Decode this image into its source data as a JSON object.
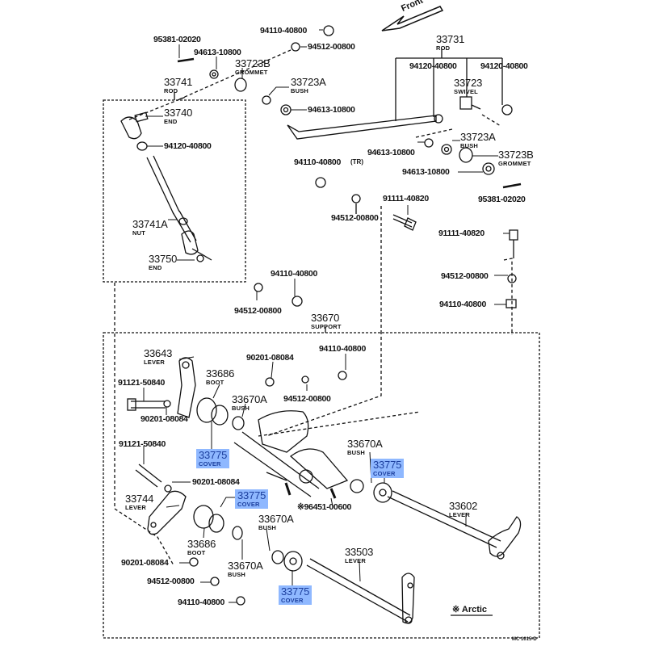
{
  "diagram": {
    "type": "exploded parts diagram",
    "orientation_label": "Front",
    "footnote_mark": "※",
    "footnote_label": "Arctic",
    "figure_code": "MC 1015-D",
    "highlight_color": "#8fb8ff",
    "highlight_text_color": "#1c3f9e"
  },
  "parts": [
    {
      "id": "p1",
      "number": "95381-02020",
      "name": ""
    },
    {
      "id": "p2",
      "number": "94613-10800",
      "name": ""
    },
    {
      "id": "p3",
      "number": "94110-40800",
      "name": ""
    },
    {
      "id": "p4",
      "number": "94512-00800",
      "name": ""
    },
    {
      "id": "p5",
      "number": "33723B",
      "name": "GROMMET"
    },
    {
      "id": "p6",
      "number": "33741",
      "name": "ROD"
    },
    {
      "id": "p7",
      "number": "33723A",
      "name": "BUSH"
    },
    {
      "id": "p8",
      "number": "94613-10800",
      "name": ""
    },
    {
      "id": "p9",
      "number": "33740",
      "name": "END"
    },
    {
      "id": "p10",
      "number": "94120-40800",
      "name": ""
    },
    {
      "id": "p11",
      "number": "33741A",
      "name": "NUT"
    },
    {
      "id": "p12",
      "number": "33750",
      "name": "END"
    },
    {
      "id": "p13",
      "number": "33731",
      "name": "ROD"
    },
    {
      "id": "p14",
      "number": "94120-40800",
      "name": ""
    },
    {
      "id": "p15",
      "number": "94120-40800",
      "name": ""
    },
    {
      "id": "p16",
      "number": "33723",
      "name": "SWIVEL"
    },
    {
      "id": "p17",
      "number": "33723A",
      "name": "BUSH"
    },
    {
      "id": "p18",
      "number": "94613-10800",
      "name": ""
    },
    {
      "id": "p19",
      "number": "33723B",
      "name": "GROMMET"
    },
    {
      "id": "p20",
      "number": "94613-10800",
      "name": ""
    },
    {
      "id": "p21",
      "number": "94110-40800",
      "name": "",
      "suffix": "(TR)"
    },
    {
      "id": "p22",
      "number": "95381-02020",
      "name": ""
    },
    {
      "id": "p23",
      "number": "94512-00800",
      "name": ""
    },
    {
      "id": "p24",
      "number": "91111-40820",
      "name": ""
    },
    {
      "id": "p25",
      "number": "91111-40820",
      "name": ""
    },
    {
      "id": "p26",
      "number": "94110-40800",
      "name": ""
    },
    {
      "id": "p27",
      "number": "94512-00800",
      "name": ""
    },
    {
      "id": "p28",
      "number": "94512-00800",
      "name": ""
    },
    {
      "id": "p29",
      "number": "94110-40800",
      "name": ""
    },
    {
      "id": "p30",
      "number": "33670",
      "name": "SUPPORT"
    },
    {
      "id": "p31",
      "number": "33643",
      "name": "LEVER"
    },
    {
      "id": "p32",
      "number": "90201-08084",
      "name": ""
    },
    {
      "id": "p33",
      "number": "94110-40800",
      "name": ""
    },
    {
      "id": "p34",
      "number": "91121-50840",
      "name": ""
    },
    {
      "id": "p35",
      "number": "33686",
      "name": "BOOT"
    },
    {
      "id": "p36",
      "number": "94512-00800",
      "name": ""
    },
    {
      "id": "p37",
      "number": "33670A",
      "name": "BUSH"
    },
    {
      "id": "p38",
      "number": "90201-08084",
      "name": ""
    },
    {
      "id": "p39",
      "number": "91121-50840",
      "name": ""
    },
    {
      "id": "p40",
      "number": "33775",
      "name": "COVER",
      "highlighted": true
    },
    {
      "id": "p41",
      "number": "33670A",
      "name": "BUSH"
    },
    {
      "id": "p42",
      "number": "33775",
      "name": "COVER",
      "highlighted": true
    },
    {
      "id": "p43",
      "number": "90201-08084",
      "name": ""
    },
    {
      "id": "p44",
      "number": "33744",
      "name": "LEVER"
    },
    {
      "id": "p45",
      "number": "33775",
      "name": "COVER",
      "highlighted": true
    },
    {
      "id": "p46",
      "number": "96451-00600",
      "name": "",
      "prefix": "※"
    },
    {
      "id": "p47",
      "number": "33602",
      "name": "LEVER"
    },
    {
      "id": "p48",
      "number": "33670A",
      "name": "BUSH"
    },
    {
      "id": "p49",
      "number": "33686",
      "name": "BOOT"
    },
    {
      "id": "p50",
      "number": "90201-08084",
      "name": ""
    },
    {
      "id": "p51",
      "number": "33670A",
      "name": "BUSH"
    },
    {
      "id": "p52",
      "number": "33503",
      "name": "LEVER"
    },
    {
      "id": "p53",
      "number": "94512-00800",
      "name": ""
    },
    {
      "id": "p54",
      "number": "33775",
      "name": "COVER",
      "highlighted": true
    },
    {
      "id": "p55",
      "number": "94110-40800",
      "name": ""
    }
  ]
}
